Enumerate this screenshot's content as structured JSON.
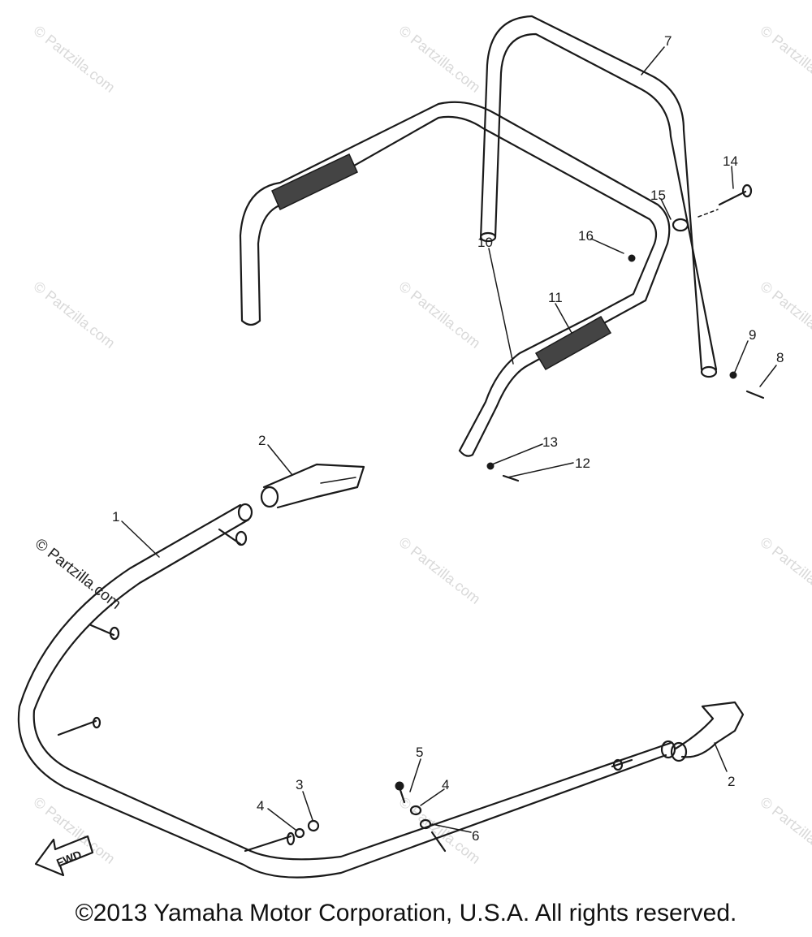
{
  "copyright": "©2013 Yamaha Motor Corporation, U.S.A. All rights reserved.",
  "watermark": "© Partzilla.com",
  "fwd_label": "FWD",
  "callouts": [
    "1",
    "2",
    "2",
    "3",
    "4",
    "4",
    "5",
    "6",
    "7",
    "8",
    "9",
    "10",
    "11",
    "12",
    "13",
    "14",
    "15",
    "16"
  ],
  "colors": {
    "ink": "#1a1a1a",
    "watermark": "#d9d9d9",
    "background": "#ffffff"
  }
}
